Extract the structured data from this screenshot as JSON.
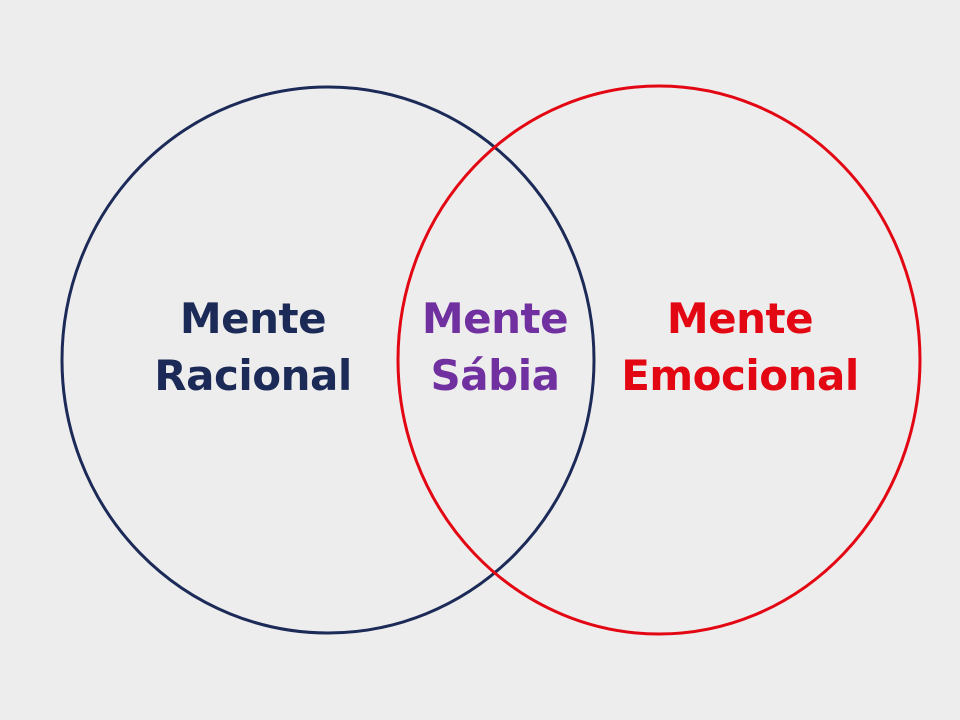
{
  "diagram": {
    "type": "venn",
    "sets": [
      {
        "id": "left",
        "lines": [
          "Mente",
          "Racional"
        ],
        "color": "#1b2a57"
      },
      {
        "id": "right",
        "lines": [
          "Mente",
          "Emocional"
        ],
        "color": "#e30613"
      }
    ],
    "intersection": {
      "lines": [
        "Mente",
        "Sábia"
      ],
      "color": "#7030a0"
    },
    "background": "#eeeded"
  }
}
